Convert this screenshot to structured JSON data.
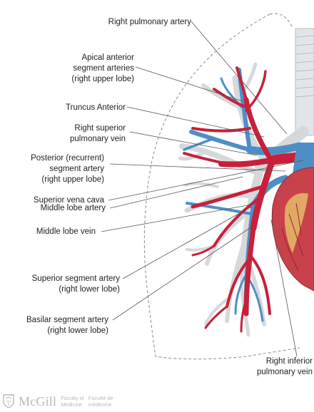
{
  "diagram": {
    "labels": [
      {
        "id": "right-pulmonary-artery",
        "lines": [
          "Right pulmonary artery"
        ]
      },
      {
        "id": "apical-anterior",
        "lines": [
          "Apical anterior",
          "segment arteries",
          "(right upper lobe)"
        ]
      },
      {
        "id": "truncus-anterior",
        "lines": [
          "Truncus Anterior"
        ]
      },
      {
        "id": "right-superior-pulmonary-vein",
        "lines": [
          "Right superior",
          "pulmonary vein"
        ]
      },
      {
        "id": "posterior-recurrent",
        "lines": [
          "Posterior (recurrent)",
          "segment artery",
          "(right upper lobe)"
        ]
      },
      {
        "id": "superior-vena-cava",
        "lines": [
          "Superior vena cava"
        ]
      },
      {
        "id": "middle-lobe-artery",
        "lines": [
          "Middle lobe artery"
        ]
      },
      {
        "id": "middle-lobe-vein",
        "lines": [
          "Middle lobe vein"
        ]
      },
      {
        "id": "superior-segment-artery",
        "lines": [
          "Superior segment artery",
          "(right lower lobe)"
        ]
      },
      {
        "id": "basilar-segment-artery",
        "lines": [
          "Basilar segment artery",
          "(right lower lobe)"
        ]
      },
      {
        "id": "right-inferior-pulmonary-vein",
        "lines": [
          "Right inferior",
          "pulmonary vein"
        ]
      }
    ],
    "colors": {
      "artery": "#c8203a",
      "vein": "#4f8ec4",
      "bronchus": "#d6d9db",
      "heart": "#c9424b",
      "leader": "#555555",
      "lung_outline": "#8a8a8a"
    }
  },
  "footer": {
    "brand": "McGill",
    "faculty_en": [
      "Faculty of",
      "Medicine"
    ],
    "faculty_fr": [
      "Faculté de",
      "médecine"
    ]
  }
}
